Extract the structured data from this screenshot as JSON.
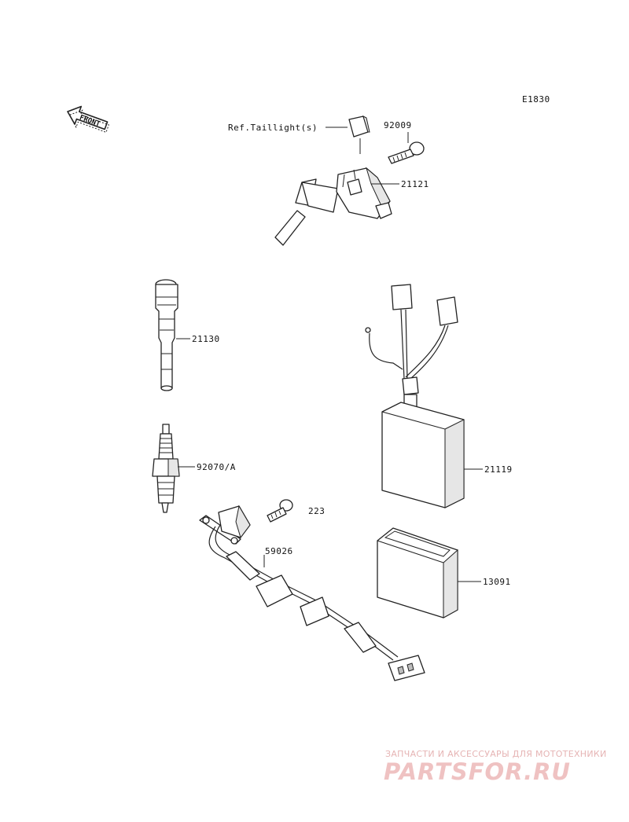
{
  "diagram_code": "E1830",
  "front_indicator": "FRONT",
  "labels": {
    "ref_taillight": "Ref.Taillight(s)",
    "p92009": "92009",
    "p21121": "21121",
    "p21130": "21130",
    "p92070": "92070/A",
    "p223": "223",
    "p59026": "59026",
    "p21119": "21119",
    "p13091": "13091"
  },
  "watermark": {
    "tagline": "ЗАПЧАСТИ И АКСЕССУАРЫ ДЛЯ МОТОТЕХНИКИ",
    "logo": "PARTSFOR.RU"
  }
}
